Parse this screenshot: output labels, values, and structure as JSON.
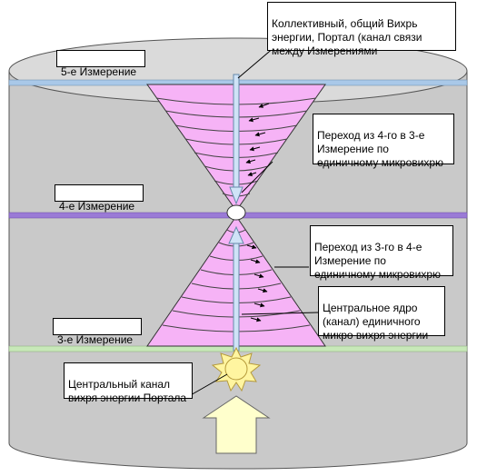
{
  "labels": {
    "dim5": "5-е Измерение",
    "dim4": "4-е Измерение",
    "dim3": "3-е Измерение",
    "portal": "Коллективный, общий  Вихрь энергии, Портал (канал связи между Измерениями",
    "trans_4_3": "Переход из 4-го в 3-е Измерение по единичному микровихрю",
    "trans_3_4": "Переход из 3-го в 4-е Измерение по единичному микровихрю",
    "core": "Центральное ядро (канал) единичного микро вихря энергии",
    "channel": "Центральный канал вихря энергии Портала"
  },
  "colors": {
    "cylinder": "#c9c9c9",
    "cone": "#f6b3f6",
    "band5": "#a9c8e8",
    "band4": "#9a7ad6",
    "band3": "#c7e8b8",
    "sun": "#fff5a0",
    "arrow": "#ffffcc",
    "channel": "#cfe3f7"
  }
}
